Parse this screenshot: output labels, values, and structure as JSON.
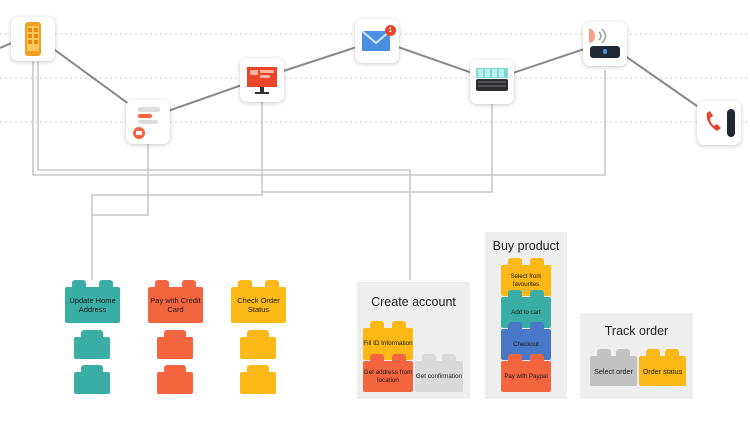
{
  "colors": {
    "teal": "#3aaea5",
    "orange": "#f2653f",
    "yellow": "#fbb816",
    "blue": "#4a78c8",
    "gray": "#c2c2c2",
    "panel": "#eeeeef",
    "line": "#888888",
    "connector": "#c8c8c8"
  },
  "devices": [
    {
      "icon": "smartphone-icon"
    },
    {
      "icon": "tablet-ui-icon"
    },
    {
      "icon": "desktop-monitor-icon"
    },
    {
      "icon": "email-envelope-icon",
      "badge": "1"
    },
    {
      "icon": "keyboard-icon"
    },
    {
      "icon": "voice-assistant-icon"
    },
    {
      "icon": "phone-call-icon"
    }
  ],
  "standalone_bricks": [
    {
      "label": "Update Home Address",
      "color": "teal"
    },
    {
      "label": "Pay with Credit Card",
      "color": "orange"
    },
    {
      "label": "Check Order Status",
      "color": "yellow"
    }
  ],
  "panels": {
    "create_account": {
      "title": "Create account",
      "bricks": [
        "Fill ID Information",
        "Get address from location",
        "Get confirmation"
      ]
    },
    "buy_product": {
      "title": "Buy product",
      "bricks": [
        "Select from favourites",
        "Add to cart",
        "Checkout",
        "Pay with Paypal"
      ]
    },
    "track_order": {
      "title": "Track order",
      "bricks": [
        "Select order",
        "Order status"
      ]
    }
  }
}
